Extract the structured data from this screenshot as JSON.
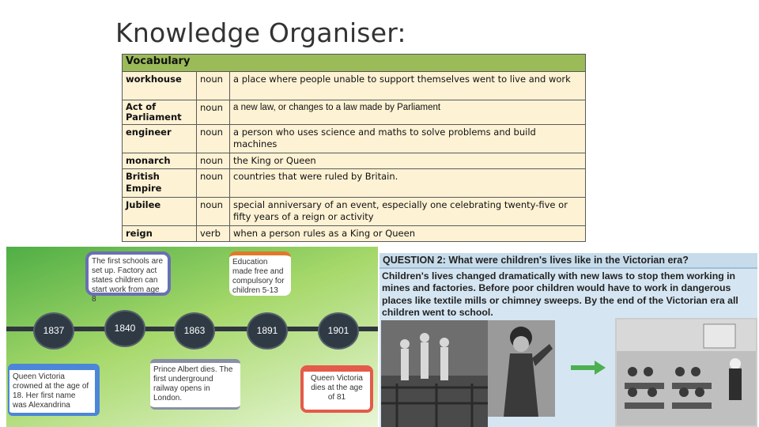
{
  "title": "Knowledge Organiser:",
  "vocabulary": {
    "heading": "Vocabulary",
    "rows": [
      {
        "word": "workhouse",
        "pos": "noun",
        "def": "a place where people unable to support themselves went to live and work"
      },
      {
        "word": "Act of Parliament",
        "pos": "noun",
        "def": "a new law, or changes to a law made by Parliament"
      },
      {
        "word": "engineer",
        "pos": "noun",
        "def": "a person who uses science and maths to solve problems and build machines"
      },
      {
        "word": "monarch",
        "pos": "noun",
        "def": "the King or Queen"
      },
      {
        "word": "British Empire",
        "pos": "noun",
        "def": "countries that were ruled by Britain."
      },
      {
        "word": "Jubilee",
        "pos": "noun",
        "def": "special anniversary of an event, especially one celebrating twenty-five or fifty years of a reign or activity"
      },
      {
        "word": "reign",
        "pos": "verb",
        "def": "when a person rules as a King or Queen"
      }
    ]
  },
  "timeline": {
    "years": [
      "1837",
      "1840",
      "1863",
      "1891",
      "1901"
    ],
    "callouts": {
      "schools": "The first schools are set up. Factory act states children can start work from age 8",
      "education": "Education made free and compulsory for children 5-13",
      "victoria": "Queen Victoria crowned at the age of 18. Her first name was Alexandrina",
      "albert": "Prince Albert dies. The first underground railway opens in London.",
      "death": "Queen Victoria dies at the age of 81"
    }
  },
  "question": {
    "heading": "QUESTION 2: What were children's lives like in the Victorian era?",
    "body": "Children's lives changed dramatically with new laws to stop them working in mines and factories. Before poor children would have to work in dangerous places like textile mills or chimney sweeps. By the end of the Victorian era all children went to school."
  },
  "icons": {
    "arrow": "right-arrow-icon"
  },
  "colors": {
    "vocab_header": "#9bbb59",
    "vocab_cell": "#fdf2d4",
    "arrow": "#4caf50"
  }
}
